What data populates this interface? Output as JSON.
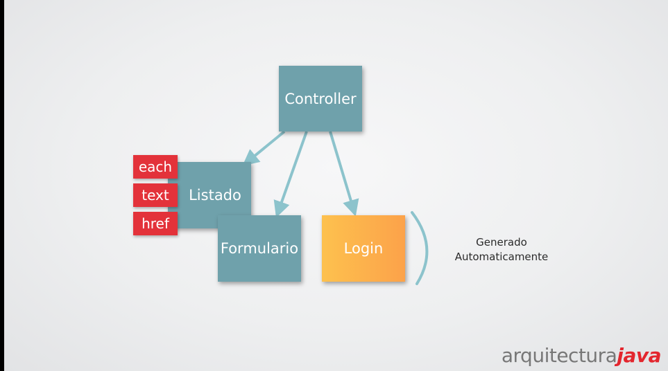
{
  "diagram": {
    "nodes": {
      "controller": "Controller",
      "listado": "Listado",
      "formulario": "Formulario",
      "login": "Login"
    },
    "tags": [
      "each",
      "text",
      "href"
    ],
    "note": {
      "line1": "Generado",
      "line2": "Automaticamente"
    }
  },
  "logo": {
    "part1": "arquitectura",
    "part2": "java"
  },
  "colors": {
    "node_teal": "#6fa1ab",
    "tag_red": "#e3323a",
    "login_orange": "#fca24a",
    "arrow": "#8cc3cc"
  }
}
